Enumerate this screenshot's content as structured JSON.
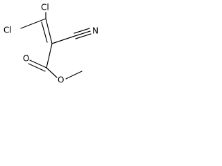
{
  "molecule": {
    "atoms": {
      "cl_top": "Cl",
      "cl_left": "Cl",
      "nitrile_n": "N",
      "carbonyl_o": "O",
      "ester_o": "O"
    }
  },
  "colors": {
    "bond": "#000000",
    "label": "#000000",
    "background": "#ffffff"
  }
}
